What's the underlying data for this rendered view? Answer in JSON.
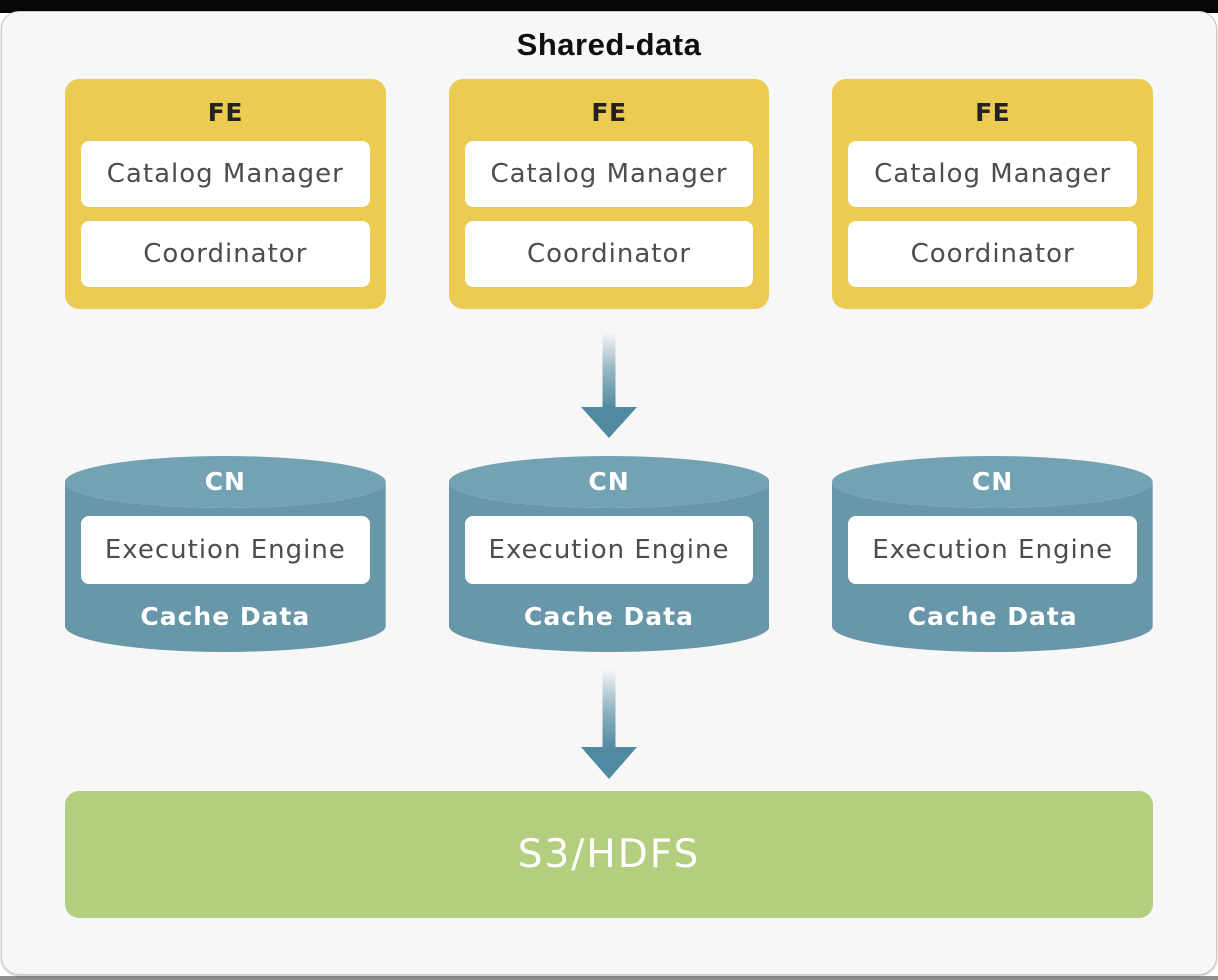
{
  "title": "Shared-data",
  "fe_nodes": [
    {
      "title": "FE",
      "components": [
        "Catalog Manager",
        "Coordinator"
      ]
    },
    {
      "title": "FE",
      "components": [
        "Catalog Manager",
        "Coordinator"
      ]
    },
    {
      "title": "FE",
      "components": [
        "Catalog Manager",
        "Coordinator"
      ]
    }
  ],
  "cn_nodes": [
    {
      "title": "CN",
      "engine": "Execution Engine",
      "cache": "Cache Data"
    },
    {
      "title": "CN",
      "engine": "Execution Engine",
      "cache": "Cache Data"
    },
    {
      "title": "CN",
      "engine": "Execution Engine",
      "cache": "Cache Data"
    }
  ],
  "storage": {
    "label": "S3/HDFS"
  },
  "arrows": [
    {
      "name": "fe-to-cn",
      "direction": "down"
    },
    {
      "name": "cn-to-storage",
      "direction": "down"
    }
  ],
  "colors": {
    "fe_fill": "#ECCB52",
    "cn_body_fill": "#6797A9",
    "cn_top_fill": "#73A3B3",
    "arrow_fill": "#5189A0",
    "storage_fill": "#B3CE7F",
    "canvas_bg": "#F7F7F7",
    "component_text": "#4D4D4D",
    "title_text": "#0F0F0F"
  }
}
